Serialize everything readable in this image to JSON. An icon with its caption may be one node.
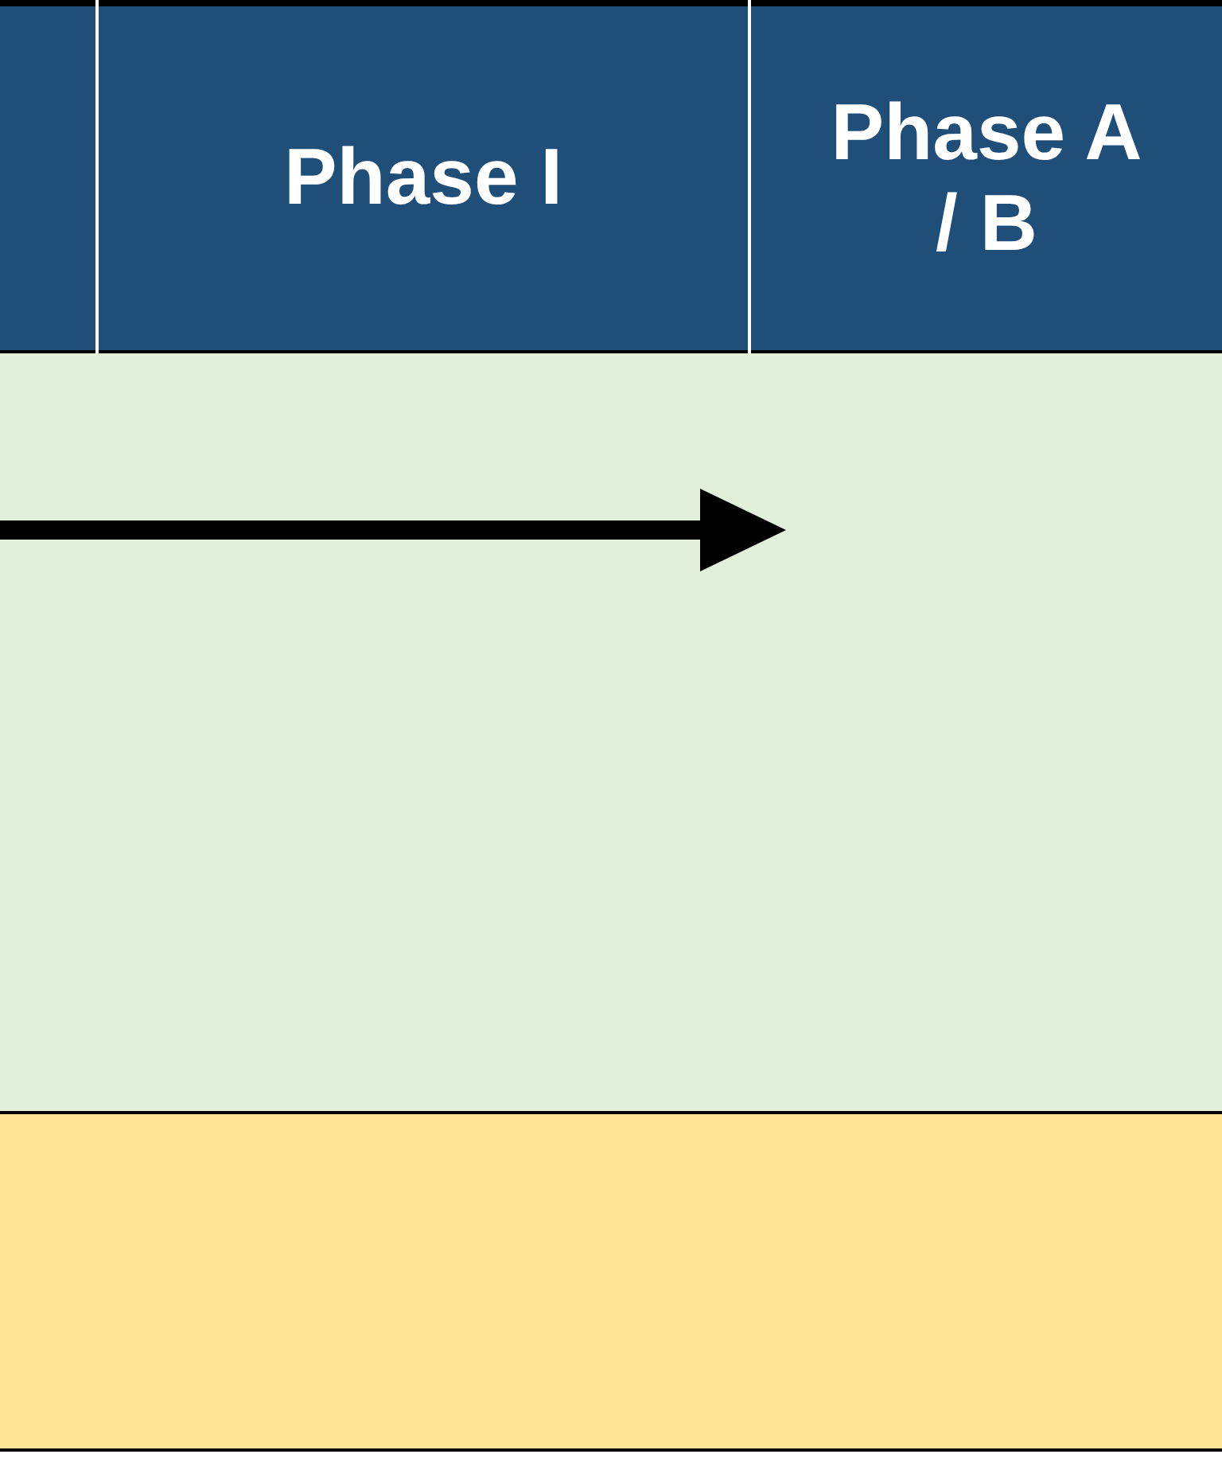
{
  "diagram": {
    "nodes": [
      {
        "text": [],
        "shape": "box"
      },
      {
        "text": [
          "Phase I"
        ]
      },
      {
        "text": [
          "Phase A / B"
        ]
      },
      {
        "text": [],
        "shape": "band"
      },
      {
        "text": [],
        "shape": "band"
      }
    ]
  }
}
